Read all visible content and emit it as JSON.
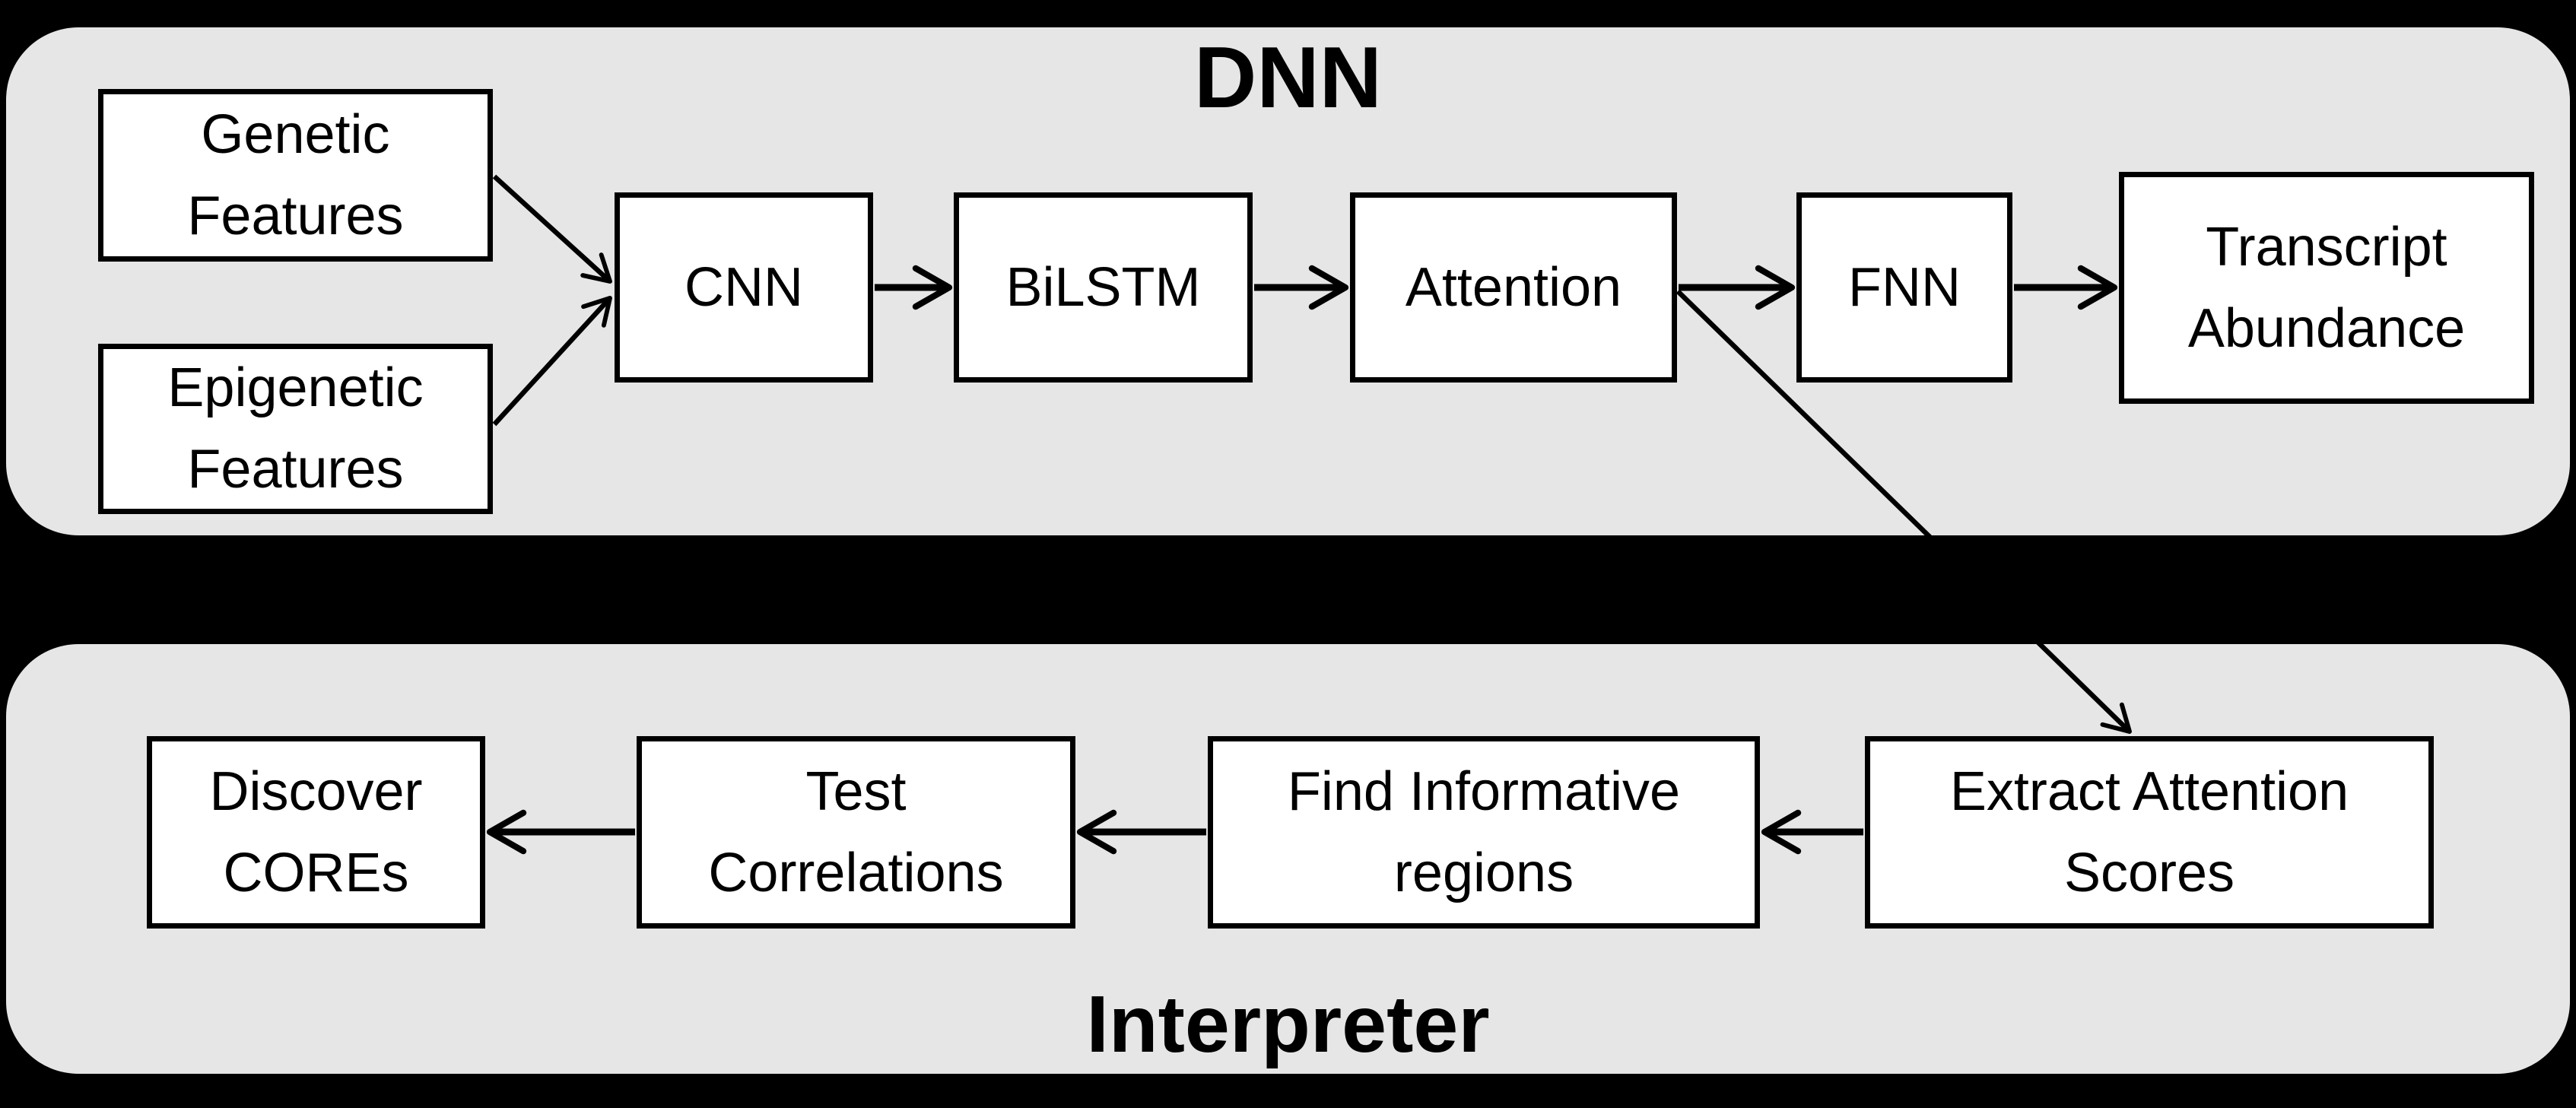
{
  "colors": {
    "background": "#000000",
    "panel_fill": "#e6e6e6",
    "node_fill": "#ffffff",
    "node_border": "#000000",
    "text": "#000000",
    "arrow": "#000000"
  },
  "dnn_panel": {
    "title": "DNN",
    "nodes": {
      "genetic_features": {
        "line1": "Genetic",
        "line2": "Features"
      },
      "epigenetic_features": {
        "line1": "Epigenetic",
        "line2": "Features"
      },
      "cnn": {
        "line1": "CNN"
      },
      "bilstm": {
        "line1": "BiLSTM"
      },
      "attention": {
        "line1": "Attention"
      },
      "fnn": {
        "line1": "FNN"
      },
      "transcript_abundance": {
        "line1": "Transcript",
        "line2": "Abundance"
      }
    }
  },
  "interpreter_panel": {
    "title": "Interpreter",
    "nodes": {
      "extract_attention_scores": {
        "line1": "Extract Attention",
        "line2": "Scores"
      },
      "find_informative_regions": {
        "line1": "Find Informative",
        "line2": "regions"
      },
      "test_correlations": {
        "line1": "Test",
        "line2": "Correlations"
      },
      "discover_cores": {
        "line1": "Discover",
        "line2": "COREs"
      }
    }
  },
  "connections": [
    {
      "from": "Genetic Features",
      "to": "CNN"
    },
    {
      "from": "Epigenetic Features",
      "to": "CNN"
    },
    {
      "from": "CNN",
      "to": "BiLSTM"
    },
    {
      "from": "BiLSTM",
      "to": "Attention"
    },
    {
      "from": "Attention",
      "to": "FNN"
    },
    {
      "from": "FNN",
      "to": "Transcript Abundance"
    },
    {
      "from": "Attention",
      "to": "Extract Attention Scores"
    },
    {
      "from": "Extract Attention Scores",
      "to": "Find Informative regions"
    },
    {
      "from": "Find Informative regions",
      "to": "Test Correlations"
    },
    {
      "from": "Test Correlations",
      "to": "Discover COREs"
    }
  ]
}
